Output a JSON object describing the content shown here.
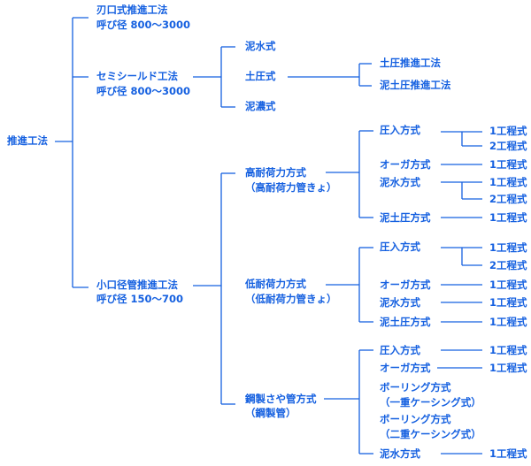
{
  "color": "#1560e0",
  "root": "推進工法",
  "methods": {
    "blade": {
      "name": "刃口式推進工法",
      "diameter": "呼び径 800〜3000"
    },
    "semishield": {
      "name": "セミシールド工法",
      "diameter": "呼び径 800〜3000",
      "types": [
        "泥水式",
        "土圧式",
        "泥濃式"
      ],
      "earth_pressure_sub": [
        "土圧推進工法",
        "泥土圧推進工法"
      ]
    },
    "small": {
      "name": "小口径管推進工法",
      "diameter": "呼び径 150〜700"
    }
  },
  "high": {
    "name": "高耐荷力方式",
    "sub": "（高耐荷力管きょ）",
    "methods": [
      "圧入方式",
      "オーガ方式",
      "泥水方式",
      "泥土圧方式"
    ],
    "steps": [
      "1工程式",
      "2工程式",
      "1工程式",
      "1工程式",
      "2工程式",
      "1工程式"
    ]
  },
  "low": {
    "name": "低耐荷力方式",
    "sub": "（低耐荷力管きょ）",
    "methods": [
      "圧入方式",
      "オーガ方式",
      "泥水方式",
      "泥土圧方式"
    ],
    "steps": [
      "1工程式",
      "2工程式",
      "1工程式",
      "1工程式",
      "1工程式"
    ]
  },
  "steel": {
    "name": "鋼製さや管方式",
    "sub": "（鋼製管）",
    "methods": [
      "圧入方式",
      "オーガ方式",
      "ボーリング方式",
      "（一重ケーシング式）",
      "ボーリング方式",
      "（二重ケーシング式）",
      "泥水方式"
    ],
    "steps": [
      "1工程式",
      "1工程式",
      "1工程式"
    ]
  }
}
